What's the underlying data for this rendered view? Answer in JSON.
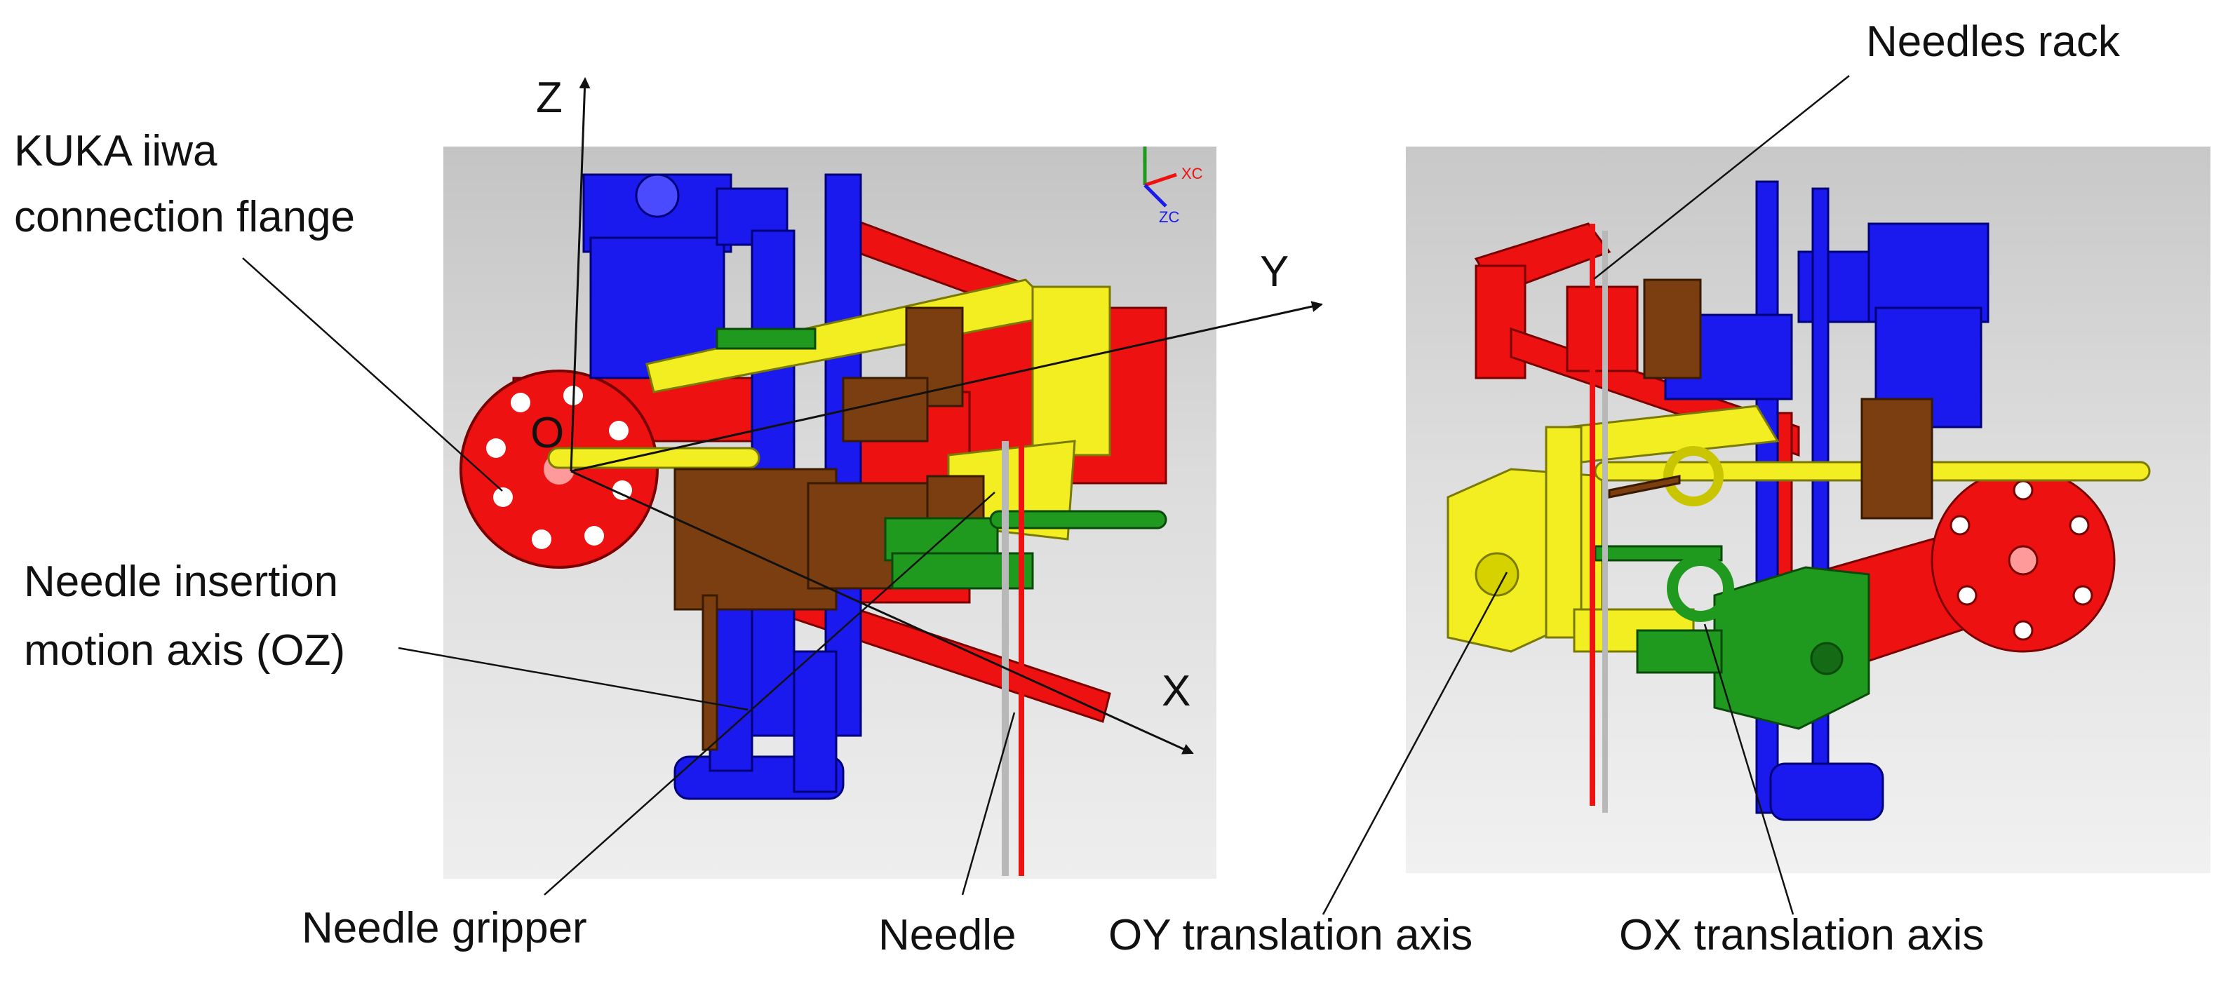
{
  "labels": {
    "kuka_flange_line1": "KUKA iiwa",
    "kuka_flange_line2": "connection flange",
    "needle_insertion_line1": "Needle insertion",
    "needle_insertion_line2": "motion axis (OZ)",
    "needle_gripper": "Needle gripper",
    "needle": "Needle",
    "needles_rack": "Needles rack",
    "oy_translation": "OY translation axis",
    "ox_translation": "OX translation axis"
  },
  "axes": {
    "z": "Z",
    "y": "Y",
    "x": "X",
    "origin": "O",
    "triad_x": "XC",
    "triad_z": "ZC"
  },
  "colors": {
    "red": "#ee1111",
    "blue": "#1a1aee",
    "yellow": "#f2ee22",
    "brown": "#7a3e10",
    "green": "#1f9a1f",
    "gray": "#b8b8b8"
  }
}
